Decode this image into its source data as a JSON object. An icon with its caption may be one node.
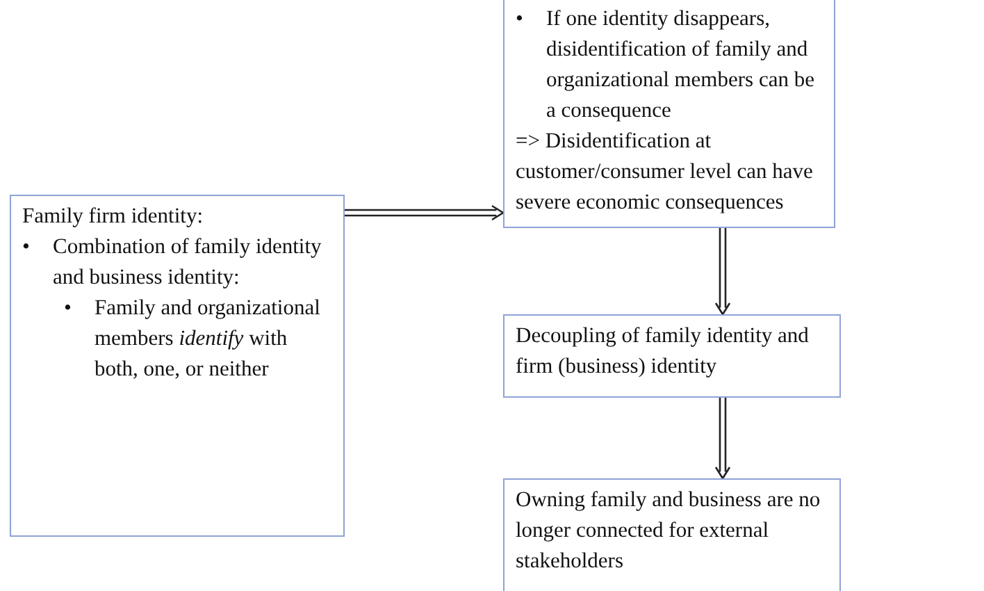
{
  "diagram": {
    "nodes": [
      {
        "text": [
          "Family firm identity:",
          "Combination of family identity and business identity:",
          "Family and organizational members *identify* with both, one, or neither"
        ]
      },
      {
        "text": [
          "If one identity disappears, disidentification of family and organizational members can be a consequence",
          "=> Disidentification at customer/consumer level can have severe economic consequences"
        ]
      },
      {
        "text": [
          "Decoupling of family identity and firm (business) identity"
        ]
      },
      {
        "text": [
          "Owning family and business are no longer connected for external stakeholders"
        ]
      }
    ],
    "edges": [
      {
        "from": 0,
        "to": 1,
        "arrow": "to"
      },
      {
        "from": 1,
        "to": 2,
        "arrow": "to"
      },
      {
        "from": 2,
        "to": 3,
        "arrow": "to"
      }
    ],
    "labels": [
      "•",
      "•",
      "•"
    ]
  }
}
